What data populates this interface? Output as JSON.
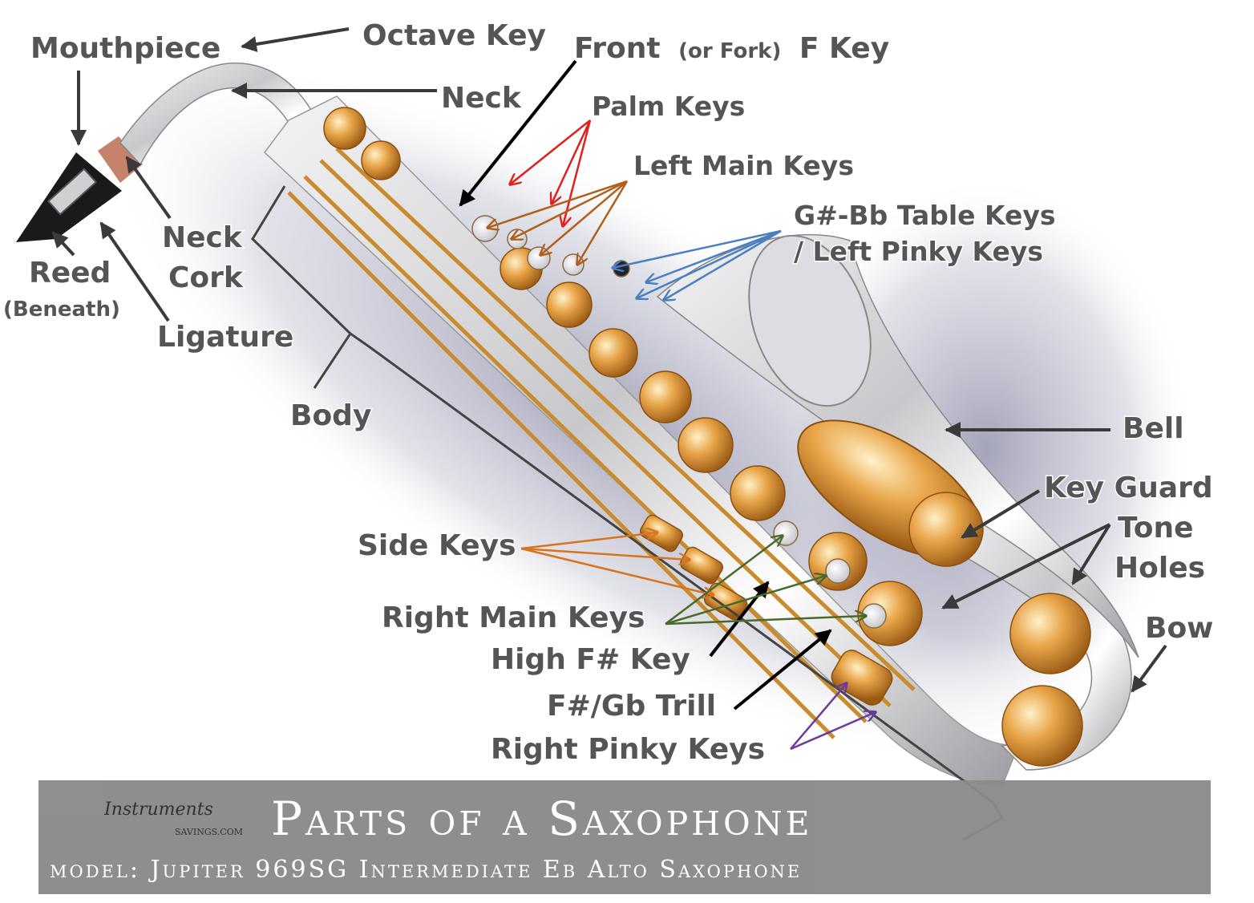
{
  "labels": {
    "mouthpiece": "Mouthpiece",
    "octave_key": "Octave Key",
    "front_f_key_main": "Front",
    "front_f_key_paren": "(or Fork)",
    "front_f_key_end": "F Key",
    "neck": "Neck",
    "palm_keys": "Palm Keys",
    "left_main_keys": "Left Main Keys",
    "table_keys_1": "G#-Bb Table Keys",
    "table_keys_2": "/ Left Pinky Keys",
    "neck_cork_1": "Neck",
    "neck_cork_2": "Cork",
    "reed": "Reed",
    "reed_note": "(Beneath)",
    "ligature": "Ligature",
    "body": "Body",
    "bell": "Bell",
    "key_guard": "Key Guard",
    "tone_holes_1": "Tone",
    "tone_holes_2": "Holes",
    "bow": "Bow",
    "side_keys": "Side Keys",
    "right_main_keys": "Right Main Keys",
    "high_fsharp_key": "High F# Key",
    "fsharp_trill": "F#/Gb Trill",
    "right_pinky_keys": "Right Pinky Keys"
  },
  "banner": {
    "title": "Parts of a Saxophone",
    "subtitle": "model: Jupiter 969SG Intermediate Eb Alto Saxophone",
    "logo_script": "Instruments",
    "logo_url": "SAVINGS.COM"
  },
  "colors": {
    "label_text": "#555555",
    "arrow_default": "#3a3a3a",
    "arrow_black": "#000000",
    "palm_keys_arrows": "#e0201c",
    "left_main_keys_arrows": "#b0601a",
    "table_keys_arrows": "#4a7fc0",
    "side_keys_arrows": "#d8741e",
    "right_main_keys_arrows": "#4a6a2a",
    "right_pinky_arrows": "#6a3aa0",
    "banner_bg": "#8a8a8a"
  }
}
